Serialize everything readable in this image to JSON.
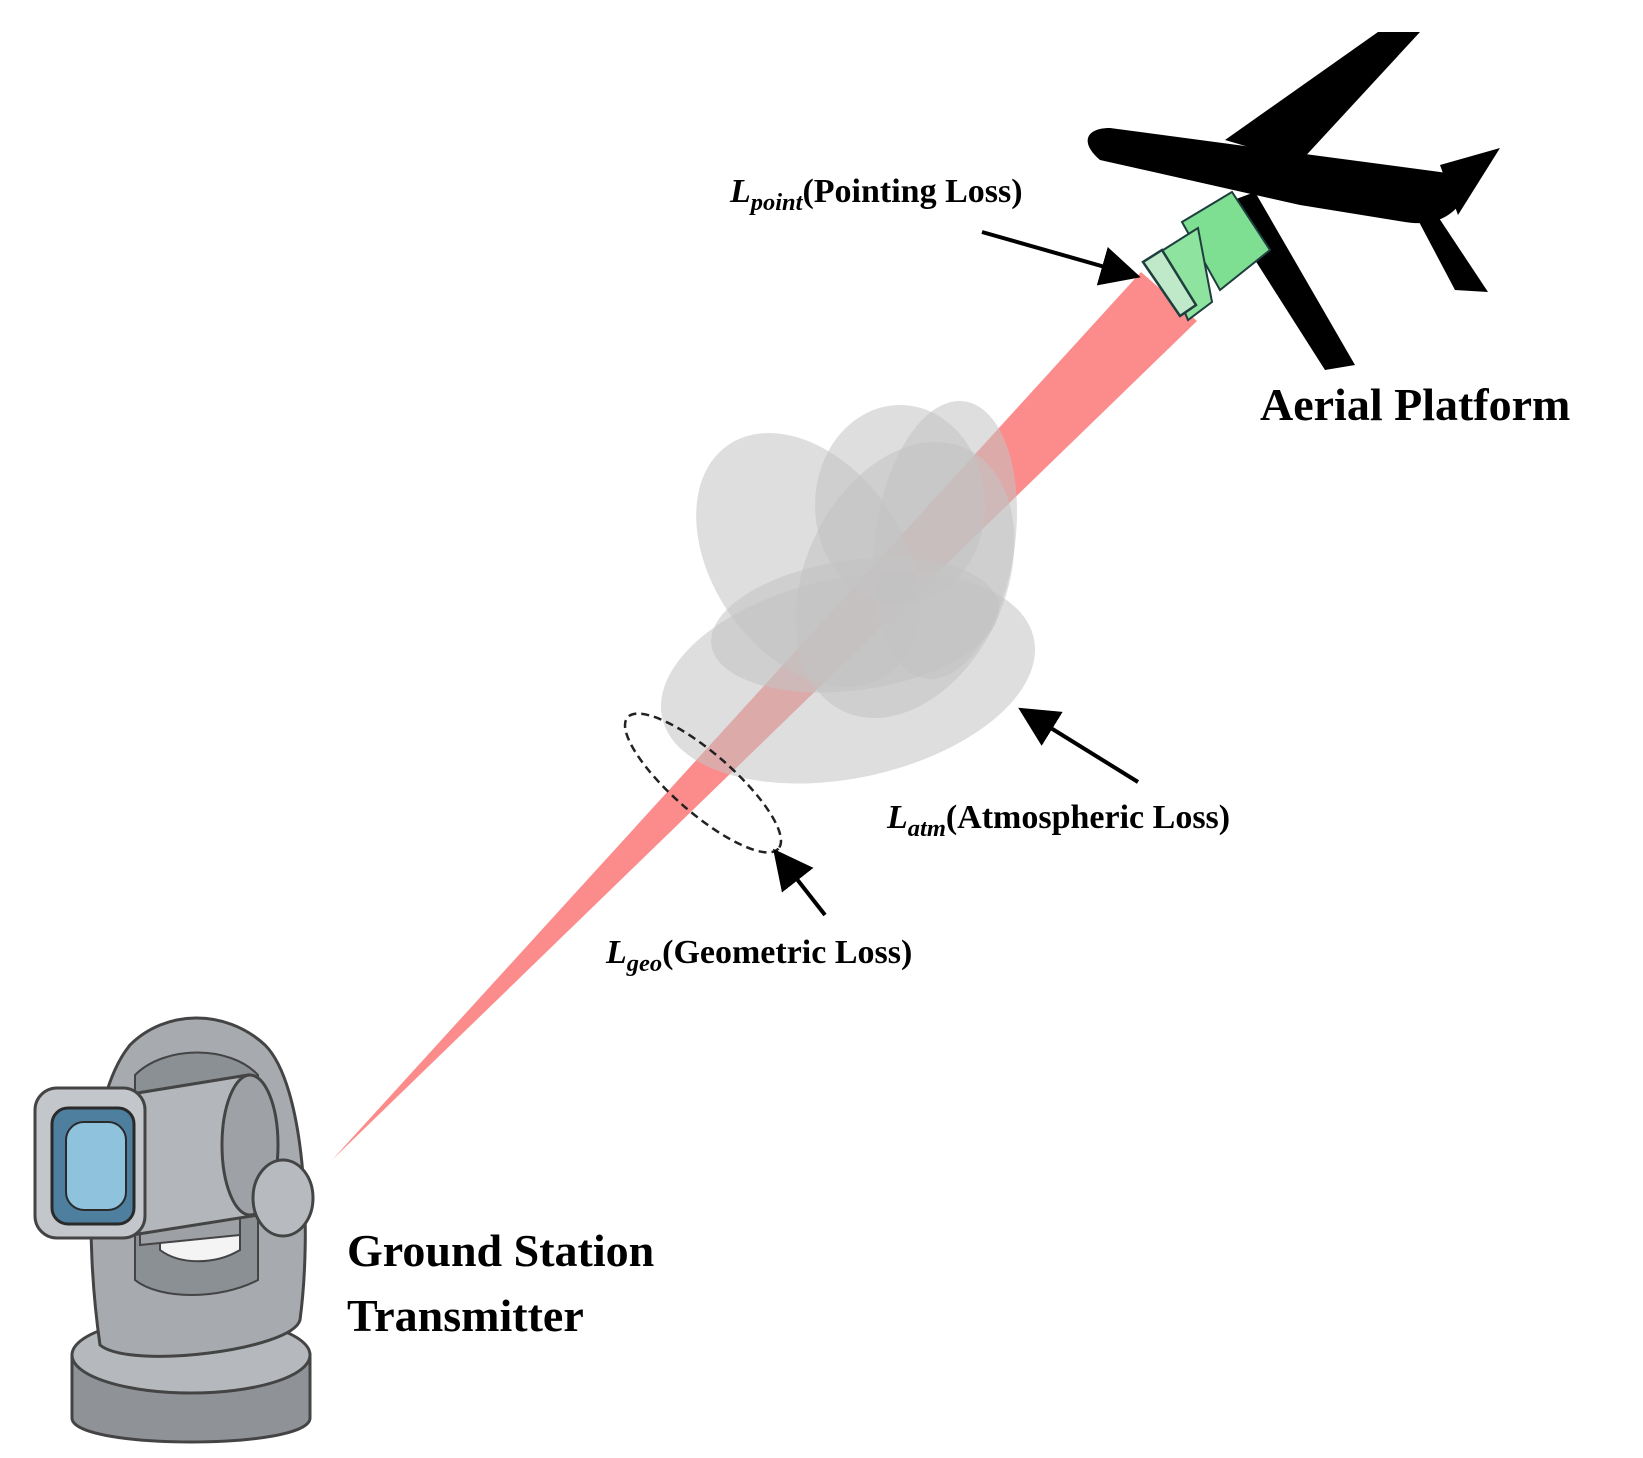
{
  "labels": {
    "aerial_platform": "Aerial Platform",
    "ground_station_line1": "Ground Station",
    "ground_station_line2": "Transmitter",
    "pointing": {
      "symbol": "L",
      "subscript": "point",
      "text": "(Pointing Loss)"
    },
    "atmospheric": {
      "symbol": "L",
      "subscript": "atm",
      "text": "(Atmospheric Loss)"
    },
    "geometric": {
      "symbol": "L",
      "subscript": "geo",
      "text": "(Geometric Loss)"
    }
  },
  "colors": {
    "beam": "#fc8c8c",
    "cloud": "#c9c9c9",
    "receiver": "#7ede92",
    "aircraft": "#000000",
    "transmitter_body": "#a7abb0",
    "transmitter_lens": "#8fc3dd"
  }
}
